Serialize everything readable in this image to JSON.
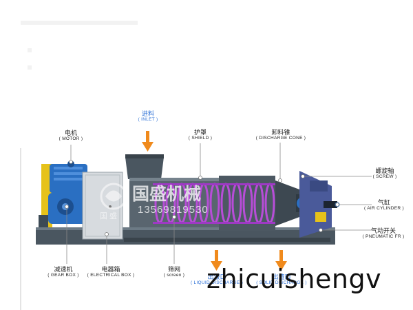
{
  "labels": {
    "inlet": {
      "zh": "进料",
      "en": "( INLET )"
    },
    "motor": {
      "zh": "电机",
      "en": "( MOTOR )"
    },
    "shield": {
      "zh": "护罩",
      "en": "( SHIELD )"
    },
    "discharge_cone": {
      "zh": "卸料锥",
      "en": "( DISCHARGE CONE )"
    },
    "screw": {
      "zh": "螺旋轴",
      "en": "( SCREW )"
    },
    "air_cylinder": {
      "zh": "气缸",
      "en": "( AIR CYLINDER )"
    },
    "pneumatic": {
      "zh": "气动开关",
      "en": "( PNEUMATIC FR )"
    },
    "gear_box": {
      "zh": "减速机",
      "en": "( GEAR BOX )"
    },
    "electrical_box": {
      "zh": "电器箱",
      "en": "( ELECTRICAL BOX )"
    },
    "screen": {
      "zh": "筛网",
      "en": "( screen )"
    },
    "liquid_discharge": {
      "zh": "出液口",
      "en": "( LIQUID DISCHARGE )"
    },
    "solid_discharge": {
      "zh": "出渣口",
      "en": "( SOLID DISCHARGE )"
    }
  },
  "watermark": {
    "company": "国盛机械",
    "phone": "13569819530",
    "sub": "国 盛"
  },
  "brand": "zhicuishengv",
  "colors": {
    "arrow": "#f08a1c",
    "frame": "#4a5660",
    "motor_blue": "#2a6fc2",
    "yellow": "#e6c21a",
    "spring": "#b84dd8",
    "cabinet": "#d7dbdf"
  }
}
